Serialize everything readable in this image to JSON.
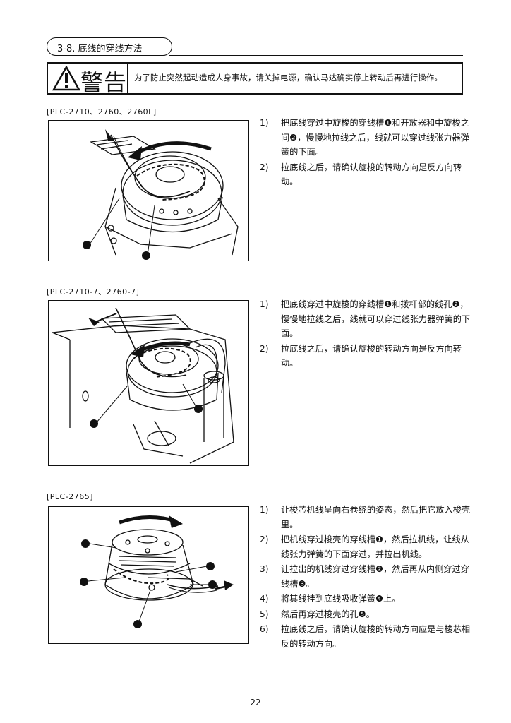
{
  "section": {
    "title": "3-8. 底线的穿线方法"
  },
  "warning": {
    "label": "警告",
    "text": "为了防止突然起动造成人身事故，请关掉电源，确认马达确实停止转动后再进行操作。"
  },
  "sections": [
    {
      "model": "[PLC-2710、2760、2760L]",
      "callouts": [
        "❶",
        "❷"
      ],
      "steps": [
        {
          "num": "1)",
          "text": "把底线穿过中旋梭的穿线槽❶和开放器和中旋梭之间❷，慢慢地拉线之后，线就可以穿过线张力器弹簧的下面。"
        },
        {
          "num": "2)",
          "text": "拉底线之后，请确认旋梭的转动方向是反方向转动。"
        }
      ]
    },
    {
      "model": "[PLC-2710-7、2760-7]",
      "callouts": [
        "❶",
        "❷"
      ],
      "steps": [
        {
          "num": "1)",
          "text": "把底线穿过中旋梭的穿线槽❶和拨杆部的线孔❷，慢慢地拉线之后，线就可以穿过线张力器弹簧的下面。"
        },
        {
          "num": "2)",
          "text": "拉底线之后，请确认旋梭的转动方向是反方向转动。"
        }
      ]
    },
    {
      "model": "[PLC-2765]",
      "callouts": [
        "❶",
        "❷",
        "❸",
        "❹",
        "❺"
      ],
      "steps": [
        {
          "num": "1)",
          "text": "让梭芯机线呈向右卷绕的姿态，然后把它放入梭壳里。"
        },
        {
          "num": "2)",
          "text": "把机线穿过梭壳的穿线槽❶，然后拉机线，让线从线张力弹簧的下面穿过，并拉出机线。"
        },
        {
          "num": "3)",
          "text": "让拉出的机线穿过穿线槽❷，然后再从内侧穿过穿线槽❸。"
        },
        {
          "num": "4)",
          "text": "将其线挂到底线吸收弹簧❹上。"
        },
        {
          "num": "5)",
          "text": "然后再穿过梭壳的孔❺。"
        },
        {
          "num": "6)",
          "text": "拉底线之后，请确认旋梭的转动方向应是与梭芯相反的转动方向。"
        }
      ]
    }
  ],
  "page": {
    "number": "– 22 –"
  }
}
